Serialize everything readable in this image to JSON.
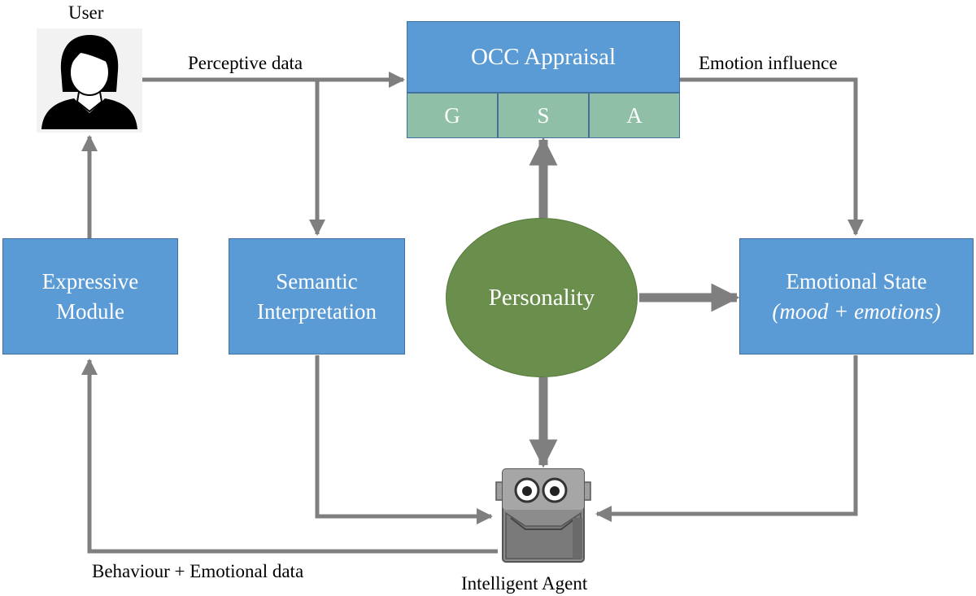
{
  "user": {
    "label": "User",
    "icon": "user-icon"
  },
  "agent": {
    "label": "Intelligent Agent",
    "icon": "robot-icon"
  },
  "edges": {
    "perceptive": "Perceptive data",
    "emotion_influence": "Emotion influence",
    "behaviour": "Behaviour + Emotional data"
  },
  "occ": {
    "title": "OCC Appraisal",
    "cells": [
      "G",
      "S",
      "A"
    ]
  },
  "boxes": {
    "expressive": {
      "line1": "Expressive",
      "line2": "Module"
    },
    "semantic": {
      "line1": "Semantic",
      "line2": "Interpretation"
    },
    "emotional": {
      "line1": "Emotional State",
      "line2": "(mood + emotions)"
    }
  },
  "personality": {
    "label": "Personality"
  },
  "colors": {
    "box_blue": "#5b9bd5",
    "cell_green": "#8fbfa6",
    "personality_green": "#6a8f4c",
    "arrow_gray": "#7f7f7f"
  }
}
